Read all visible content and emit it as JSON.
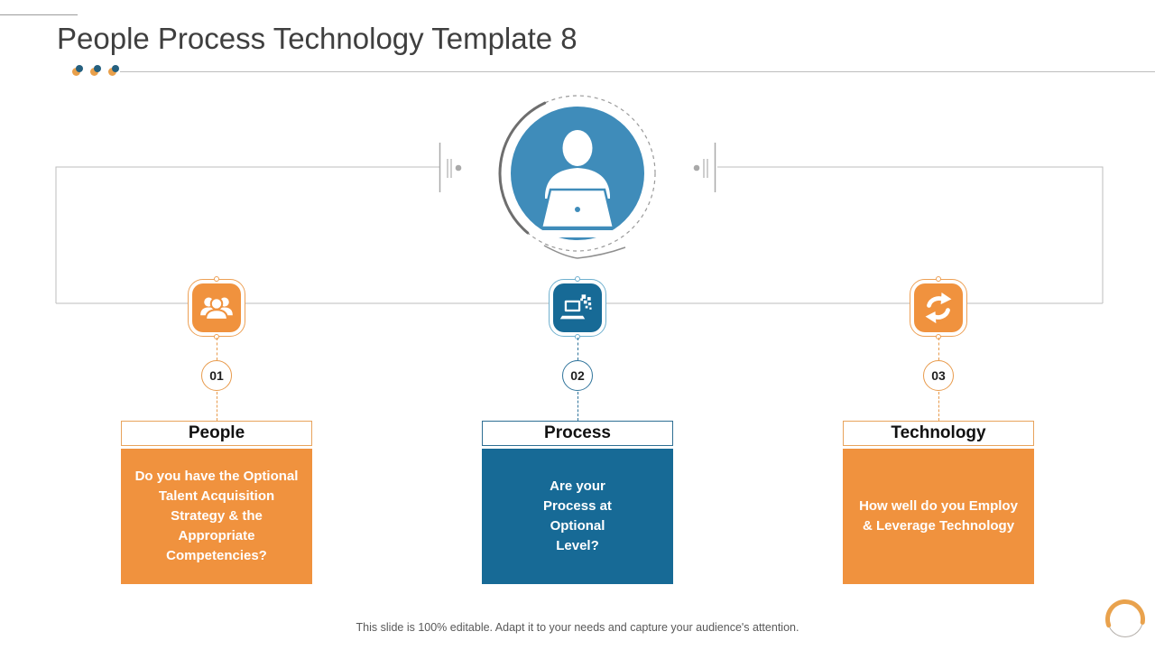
{
  "slide": {
    "title": "People Process Technology Template 8",
    "footer": "This slide is 100% editable. Adapt it to your needs and capture your audience's attention."
  },
  "center": {
    "icon": "person-at-laptop-icon"
  },
  "footer_logo": "orange-ring-logo",
  "columns": [
    {
      "number": "01",
      "label": "People",
      "description": "Do you have the Optional Talent Acquisition Strategy & the Appropriate Competencies?",
      "icon": "people-group-icon",
      "theme": "orange"
    },
    {
      "number": "02",
      "label": "Process",
      "description": "Are your Process at Optional Level?",
      "icon": "laptop-digital-icon",
      "theme": "blue"
    },
    {
      "number": "03",
      "label": "Technology",
      "description": "How well do you Employ & Leverage Technology",
      "icon": "sync-arrows-icon",
      "theme": "orange"
    }
  ],
  "colors": {
    "orange": "#F0923E",
    "blue": "#176A96",
    "center_blue": "#3F8CBA",
    "line_gray": "#BDBDBD",
    "title_text": "#3F3F3F",
    "footer_text": "#595959",
    "logo_orange": "#E9A24D"
  }
}
